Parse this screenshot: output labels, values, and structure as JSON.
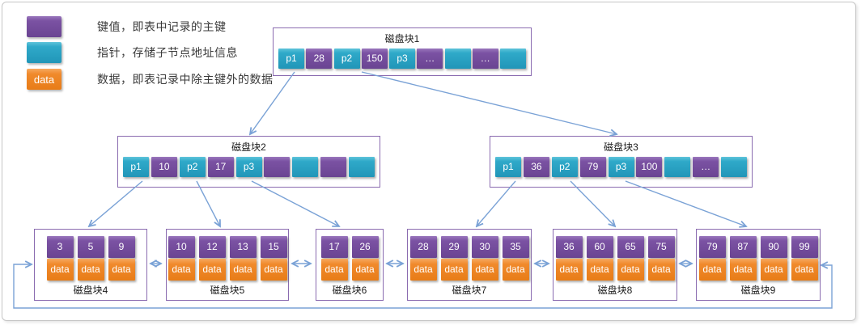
{
  "legend": {
    "items": [
      {
        "name": "key",
        "swatch_text": "",
        "label": "键值，即表中记录的主键"
      },
      {
        "name": "pointer",
        "swatch_text": "",
        "label": "指针，存储子节点地址信息"
      },
      {
        "name": "data",
        "swatch_text": "data",
        "label": "数据，即表记录中除主键外的数据"
      }
    ]
  },
  "blocks": {
    "block1": {
      "title": "磁盘块1",
      "cells": [
        "p1",
        "28",
        "p2",
        "150",
        "p3",
        "…",
        "",
        "…",
        ""
      ]
    },
    "block2": {
      "title": "磁盘块2",
      "cells": [
        "p1",
        "10",
        "p2",
        "17",
        "p3",
        "",
        "",
        "",
        ""
      ]
    },
    "block3": {
      "title": "磁盘块3",
      "cells": [
        "p1",
        "36",
        "p2",
        "79",
        "p3",
        "100",
        "",
        "…",
        ""
      ]
    },
    "block4": {
      "title": "磁盘块4",
      "keys": [
        "3",
        "5",
        "9"
      ]
    },
    "block5": {
      "title": "磁盘块5",
      "keys": [
        "10",
        "12",
        "13",
        "15"
      ]
    },
    "block6": {
      "title": "磁盘块6",
      "keys": [
        "17",
        "26"
      ]
    },
    "block7": {
      "title": "磁盘块7",
      "keys": [
        "28",
        "29",
        "30",
        "35"
      ]
    },
    "block8": {
      "title": "磁盘块8",
      "keys": [
        "36",
        "60",
        "65",
        "75"
      ]
    },
    "block9": {
      "title": "磁盘块9",
      "keys": [
        "79",
        "87",
        "90",
        "99"
      ]
    }
  },
  "leaf_data_label": "data",
  "colors": {
    "key_cell": "#7b52a3",
    "pointer_cell": "#2fa9c9",
    "data_cell": "#f08a2c",
    "box_border": "#8a6bb0",
    "arrow": "#7aa2d6"
  }
}
